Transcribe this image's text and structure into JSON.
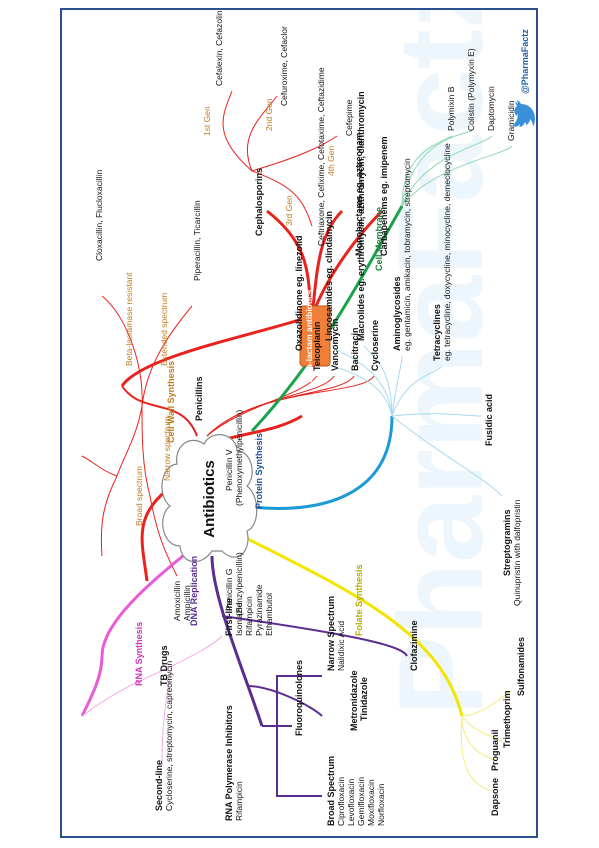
{
  "twitter_handle": "@PharmaFactz",
  "center": "Antibiotics",
  "watermark": "PharmaFactz",
  "colors": {
    "cell_wall": "#e8231e",
    "beta": "#e8231e",
    "cell_membrane": "#1aa34a",
    "protein": "#1a9ad6",
    "folate": "#f2e600",
    "dna": "#5a2d91",
    "rna": "#e85ad6"
  },
  "cell_wall": {
    "label": "Cell Wall Synthesis",
    "beta_lactam": "Beta-lactam antibiotics",
    "penicillins": "Penicillins",
    "beta_resistant": "Beta-lactamase resistant",
    "beta_resistant_drugs": "Cloxacillin, Flucloxacillin",
    "extended": "Extended spectrum",
    "extended_drugs": "Piperacillin, Ticarcillin",
    "broad": "Broad spectrum",
    "broad_drug1": "Amoxicillin",
    "broad_drug2": "Ampicillin",
    "narrow": "Narrow spectrum",
    "pen_v": "Penicillin V",
    "pen_v_full": "(Phenoxymethylpenicillin)",
    "pen_g": "Penicillin G",
    "pen_g_full": "(Benzylpenicillin)",
    "cephalosporins": "Cephalosporins",
    "gen1": "1st Gen",
    "gen1_drugs": "Cefalexin, Cefazolin",
    "gen2": "2nd Gen",
    "gen2_drugs": "Cefuroxime, Cefaclor",
    "gen3": "3rd Gen",
    "gen3_drugs": "Ceftriaxone, Cefixime, Cefotaxime, Ceftazidime",
    "gen4": "4th Gen",
    "gen4_drugs": "Cefepime",
    "monobactams": "Monobactams eg. aztreonam",
    "carbapenems": "Carbapenems eg. imipenem",
    "teicoplanin": "Teicoplanin",
    "vancomycin": "Vancomycin",
    "bacitracin": "Bacitracin",
    "cycloserine": "Cycloserine"
  },
  "cell_membrane": {
    "label": "Cell Membrane",
    "drugs": [
      "Polymixin B",
      "Colistin (Polymyxin E)",
      "Daptomycin",
      "Gramicidin"
    ]
  },
  "protein": {
    "label": "Protein Synthesis",
    "oxazolidinone": "Oxazolidinone eg. linezolid",
    "lincosamides": "Lincosamides eg. clindamycin",
    "macrolides": "Macrolides eg. erythromycin, azithromycin, clarithromycin",
    "aminoglycosides": "Aminoglycosides",
    "aminoglycosides_eg": "eg. gentamicin, amikacin, tobramycin, streptomycin",
    "tetracyclines": "Tetracyclines",
    "tetracyclines_eg": "eg. tetracycline, doxycycline, minocycline, demeclocycline",
    "fusidic": "Fusidic acid",
    "streptogramins": "Streptogramins",
    "streptogramins_eg": "Quinupristin with dalfopristin"
  },
  "folate": {
    "label": "Folate Synthesis",
    "drugs": [
      "Sulfonamides",
      "Trimethoprim",
      "Proguanil",
      "Dapsone"
    ]
  },
  "dna": {
    "label": "DNA Replication",
    "fluoroquinolones": "Fluoroquinolones",
    "narrow": "Narrow Spectrum",
    "narrow_drug": "Nalidixic Acid",
    "broad": "Broad Spectrum",
    "broad_drugs": [
      "Ciprofloxacin",
      "Levofloxacin",
      "Gemifloxacin",
      "Moxifloxacin",
      "Norfloxacin"
    ],
    "metronidazole": "Metronidazole",
    "tinidazole": "Tinidazole",
    "clofazimine": "Clofazimine"
  },
  "rna": {
    "label": "RNA Synthesis",
    "inhibitors": "RNA Polymerase Inhibitors",
    "rifampicin": "Rifampicin",
    "tb": "TB Drugs",
    "first_line": "First-line",
    "first_line_drugs": [
      "Isoniazid",
      "Rifampicin",
      "Pyrazinamide",
      "Ethambutol"
    ],
    "second_line": "Second-line",
    "second_line_drugs": "Cycloserine, streptomycin, capreomycin"
  }
}
